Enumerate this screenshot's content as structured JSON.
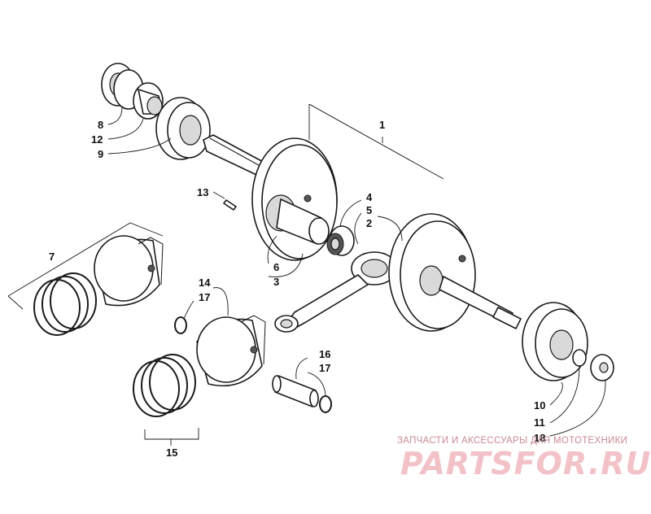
{
  "callouts": {
    "c1": "1",
    "c2": "2",
    "c3": "3",
    "c4": "4",
    "c5": "5",
    "c6": "6",
    "c7": "7",
    "c8": "8",
    "c9": "9",
    "c10": "10",
    "c11": "11",
    "c12": "12",
    "c13": "13",
    "c14": "14",
    "c15": "15",
    "c16": "16",
    "c17a": "17",
    "c17b": "17",
    "c18": "18"
  },
  "watermark": {
    "caption": "ЗАПЧАСТИ И АКСЕССУАРЫ ДЛЯ МОТОТЕХНИКИ",
    "logo": "PARTSFOR.RU"
  },
  "colors": {
    "line": "#1a1a1a",
    "watermark": "#f2c2c8"
  }
}
